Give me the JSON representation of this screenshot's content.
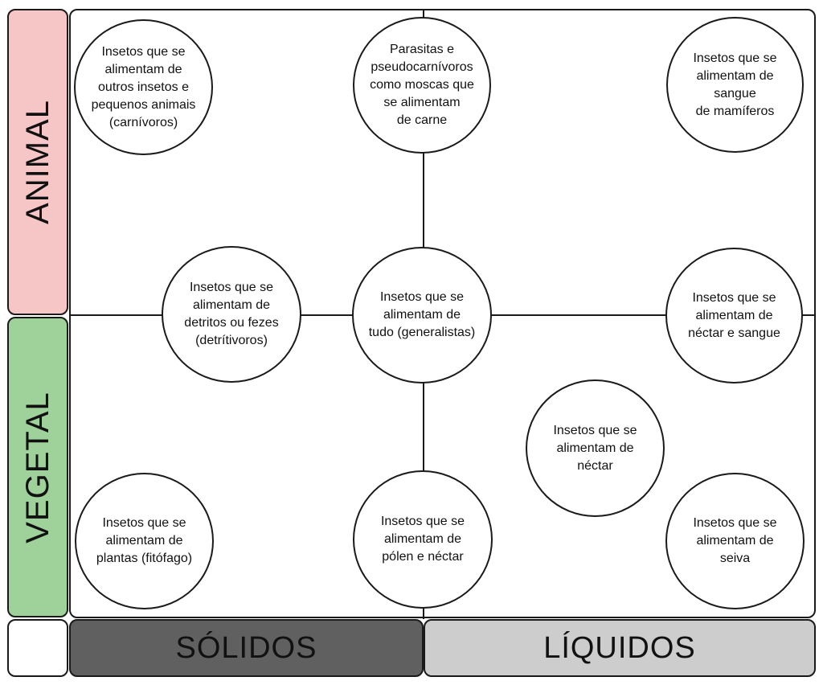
{
  "rows": {
    "animal": "ANIMAL",
    "vegetal": "VEGETAL"
  },
  "columns": {
    "solidos": "SÓLIDOS",
    "liquidos": "LÍQUIDOS"
  },
  "colors": {
    "animal": "#f6c6c6",
    "vegetal": "#9ed29a",
    "solidos": "#606060",
    "liquidos": "#cdcdcd"
  },
  "circles": {
    "carnivoros": "Insetos que se\nalimentam de\noutros insetos e\npequenos animais\n(carnívoros)",
    "parasitas": "Parasitas e\npseudocarnívoros\ncomo moscas que\nse alimentam\nde carne",
    "sangue": "Insetos que se\nalimentam de\nsangue\nde mamíferos",
    "detritivoros": "Insetos que se\nalimentam de\ndetritos ou fezes\n(detrítivoros)",
    "generalistas": "Insetos que se\nalimentam de\ntudo (generalistas)",
    "nectar_sangue": "Insetos que se\nalimentam de\nnéctar e sangue",
    "nectar": "Insetos que se\nalimentam de\nnéctar",
    "fitofago": "Insetos que se\nalimentam de\nplantas (fitófago)",
    "polen_nectar": "Insetos que se\nalimentam de\npólen e néctar",
    "seiva": "Insetos que se\nalimentam de\nseiva"
  }
}
